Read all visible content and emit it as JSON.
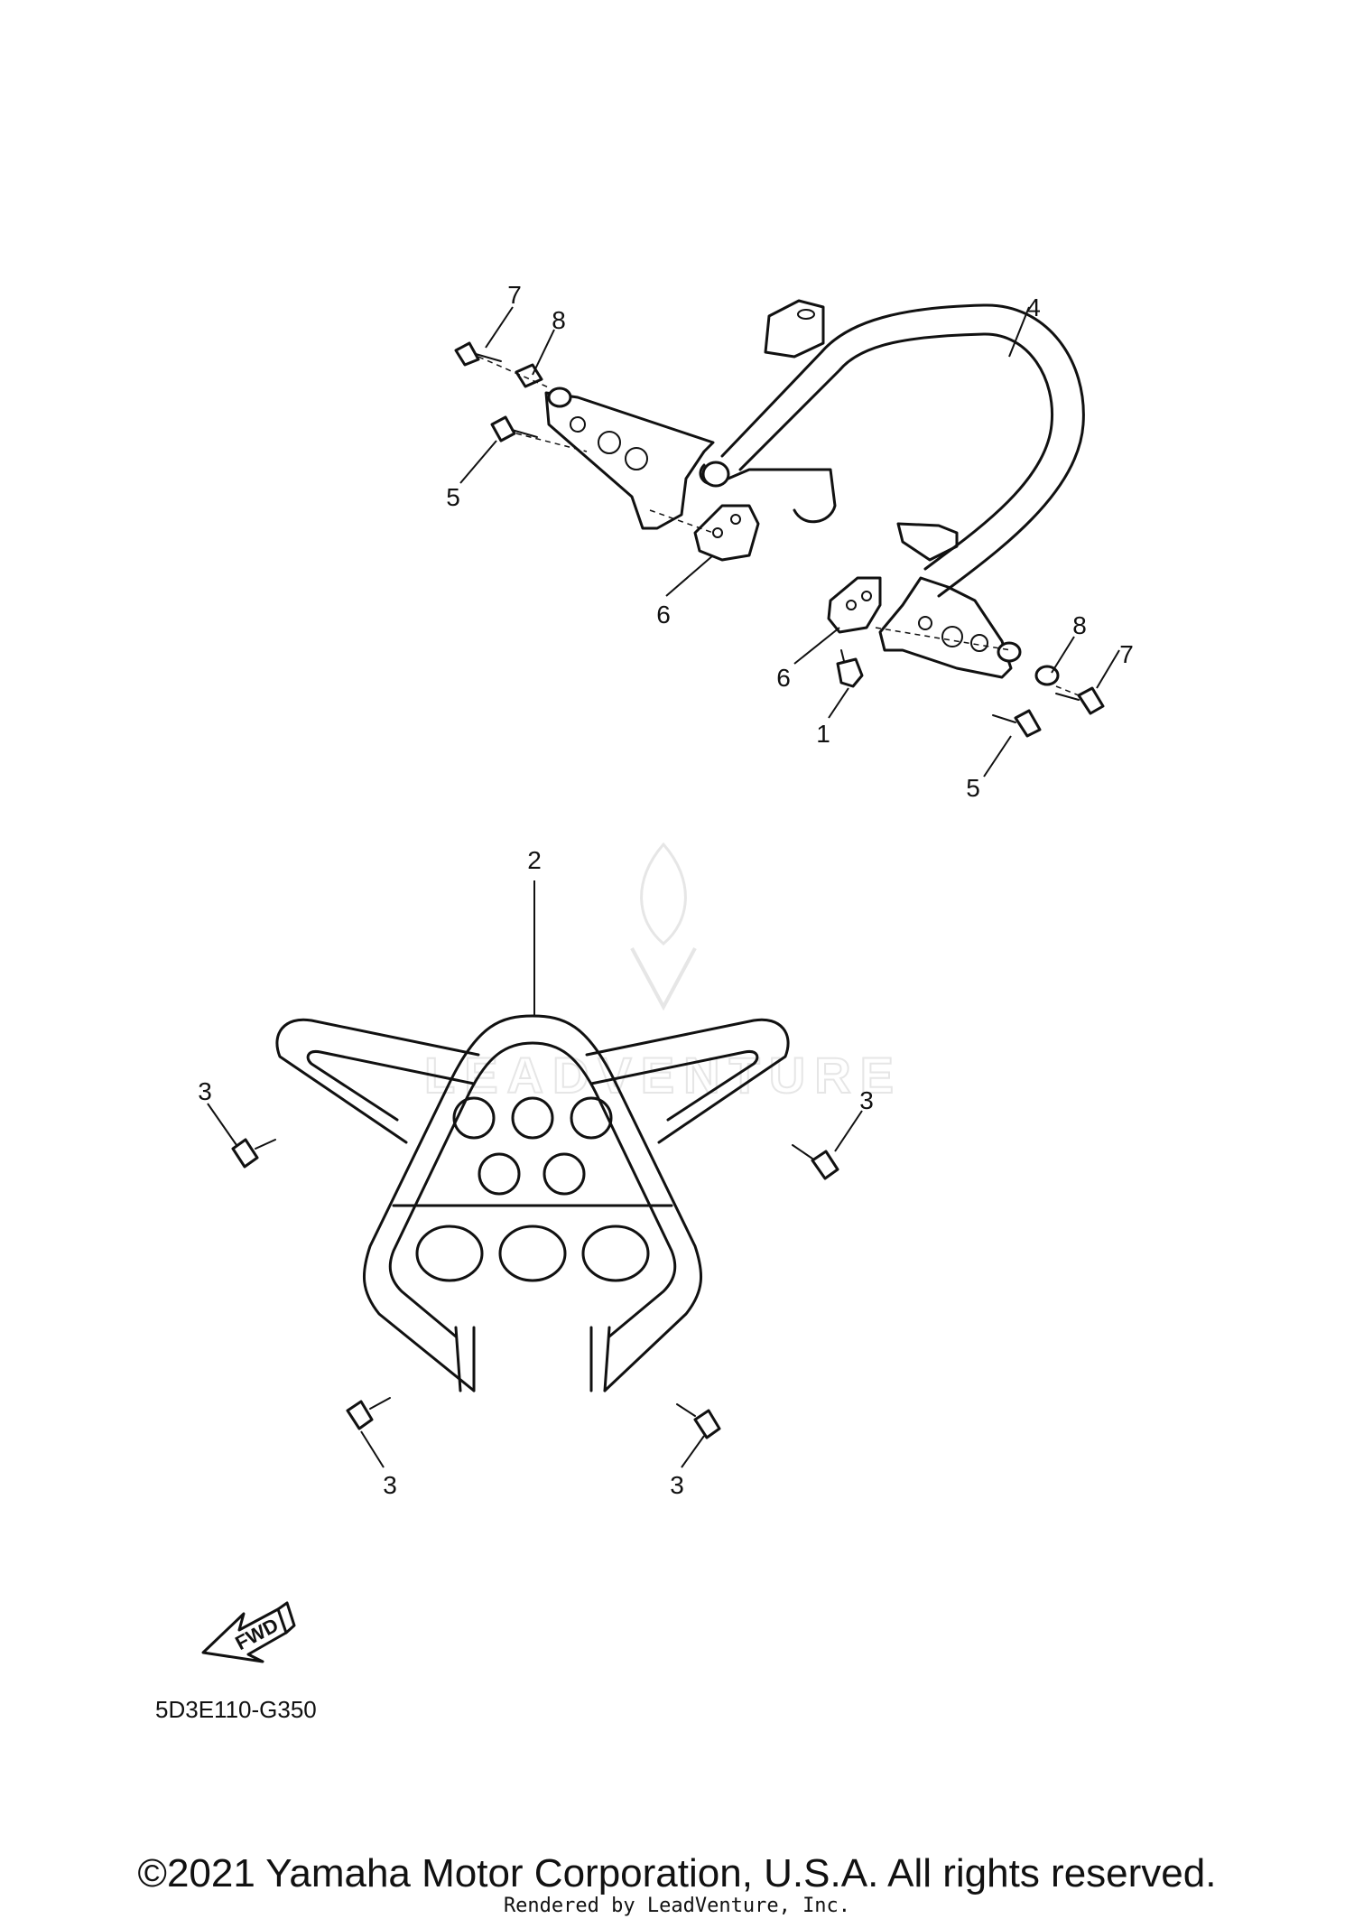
{
  "callouts": {
    "part_1": "1",
    "part_2": "2",
    "part_3": "3",
    "part_4": "4",
    "part_5": "5",
    "part_6": "6",
    "part_7": "7",
    "part_8": "8"
  },
  "direction_label": "FWD",
  "diagram_code": "5D3E110-G350",
  "watermark": "LEADVENTURE",
  "copyright": "©2021 Yamaha Motor Corporation, U.S.A. All rights reserved.",
  "rendered_by": "Rendered by LeadVenture, Inc."
}
